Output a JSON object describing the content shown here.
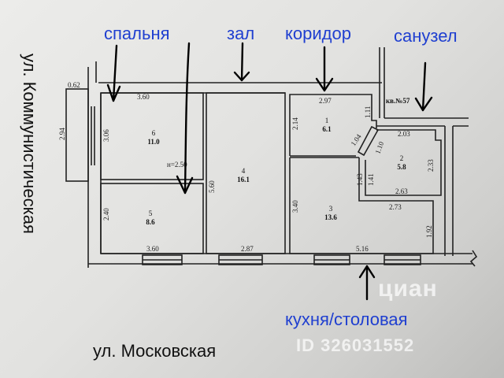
{
  "labels": {
    "bedroom": "спальня",
    "hall": "зал",
    "corridor": "коридор",
    "bathroom": "санузел",
    "kitchen": "кухня/столовая"
  },
  "streets": {
    "left": "ул. Коммунистическая",
    "bottom": "ул. Московская"
  },
  "plan": {
    "apartment": "кв.№57",
    "ceiling": "н=2.50",
    "rooms": [
      {
        "num": "1",
        "area": "6.1"
      },
      {
        "num": "2",
        "area": "5.8"
      },
      {
        "num": "3",
        "area": "13.6"
      },
      {
        "num": "4",
        "area": "16.1"
      },
      {
        "num": "5",
        "area": "8.6"
      },
      {
        "num": "6",
        "area": "11.0"
      }
    ],
    "dims": {
      "balcony_w": "0.62",
      "balcony_h": "2.94",
      "r6_w": "3.60",
      "r6_h": "3.06",
      "r5_w": "3.60",
      "r5_h": "2.40",
      "r4_h": "5.60",
      "r4_w": "2.87",
      "r1_w": "2.97",
      "r1_h": "2.14",
      "r1_side": "1.11",
      "door_a": "1.04",
      "door_b": "1.10",
      "r2_w": "2.03",
      "r2_h": "2.33",
      "r2_side": "1.41",
      "r2_bottom": "2.63",
      "r3_h": "3.40",
      "r3_side": "1.43",
      "r3_top": "2.73",
      "r3_right": "1.92",
      "r3_w": "5.16"
    }
  },
  "watermark": {
    "brand": "циан",
    "id": "ID 326031552"
  },
  "colors": {
    "label": "#1f3fd0",
    "ink": "#111111"
  }
}
